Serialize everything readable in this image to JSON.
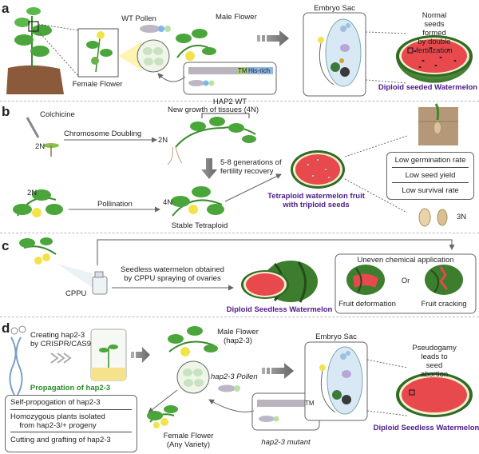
{
  "panels": {
    "a": {
      "letter": "a",
      "wt_pollen": "WT Pollen",
      "male_flower": "Male Flower",
      "female_flower": "Female Flower",
      "embryo_sac": "Embryo Sac",
      "normal_seeds": "Normal seeds formed\nby double fertilization",
      "melon_label": "Diploid seeded Watermelon",
      "hap2_tm": "TM",
      "hap2_his": "His-rich",
      "hap2_label": "HAP2 WT"
    },
    "b": {
      "letter": "b",
      "colchicine": "Colchicine",
      "chromosome_doubling": "Chromosome Doubling",
      "two_n_seedling": "2N",
      "new_growth": "New growth of  tissues (4N)",
      "two_n_doubled": "2N",
      "generations": "5-8 generations of\nfertility recovery",
      "two_n_plant": "2N",
      "four_n": "4N",
      "pollination": "Pollination",
      "stable_tetraploid": "Stable Tetraploid",
      "tetraploid_fruit": "Tetraploid watermelon fruit\nwith triploid seeds",
      "issues": [
        "Low germination rate",
        "Low seed yield",
        "Low survival rate"
      ],
      "three_n": "3N"
    },
    "c": {
      "letter": "c",
      "cppu": "CPPU",
      "seedless_obtained": "Seedless watermelon obtained\nby CPPU spraying of ovaries",
      "melon_label": "Diploid Seedless Watermelon",
      "uneven": "Uneven chemical application",
      "or": "Or",
      "deformation": "Fruit deformation",
      "cracking": "Fruit cracking"
    },
    "d": {
      "letter": "d",
      "creating": "Creating hap2-3\nby CRISPR/CAS9",
      "propagation_title": "Propagation of hap2-3",
      "propagation_items": [
        "Self-propogation of hap2-3",
        "Homozygous plants isolated\nfrom hap2-3/+ progeny",
        "Cutting and grafting of hap2-3"
      ],
      "male_flower": "Male Flower\n(hap2-3)",
      "pollen": "hap2-3 Pollen",
      "female_flower": "Female Flower\n(Any Variety)",
      "embryo_sac": "Embryo Sac",
      "pseudogamy": "Pseudogamy leads to\nseed abortion",
      "melon_label": "Diploid Seedless Watermelon",
      "hap2_tm": "TM",
      "hap2_label": "hap2-3 mutant"
    }
  },
  "colors": {
    "purple_label": "#4b1a8a",
    "green_label": "#2a8a2a",
    "melon_flesh": "#e8494d",
    "melon_rind": "#3d7d2e",
    "leaf": "#4aa63a",
    "tm_block": "#a8c97a",
    "his_block": "#8fb6e0",
    "protein_bar": "#b9b3bd"
  }
}
